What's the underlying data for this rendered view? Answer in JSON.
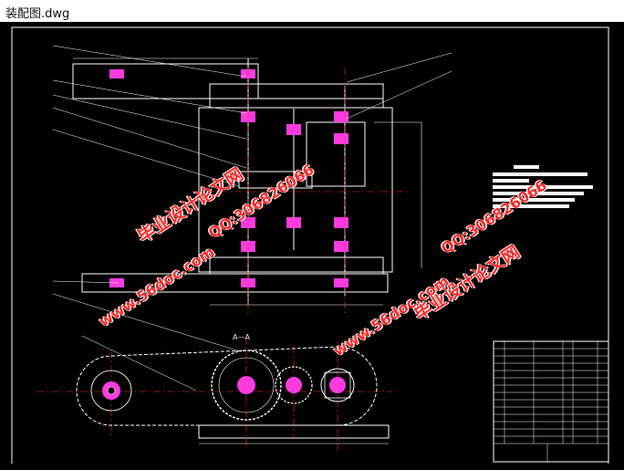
{
  "window": {
    "title": "装配图.dwg"
  },
  "drawing": {
    "section_label": "A—A",
    "watermarks": {
      "wm1": "毕业设计论文网",
      "wm2": "QQ:306826066",
      "wm3": "www.56doc.com",
      "wm4": "毕业设计论文网",
      "wm5": "QQ:306826066",
      "wm6": "www.56doc.com"
    }
  },
  "colors": {
    "background": "#000000",
    "lines": "#ffffff",
    "accent": "#ff3be0",
    "centerlines": "#ff2a2a"
  }
}
